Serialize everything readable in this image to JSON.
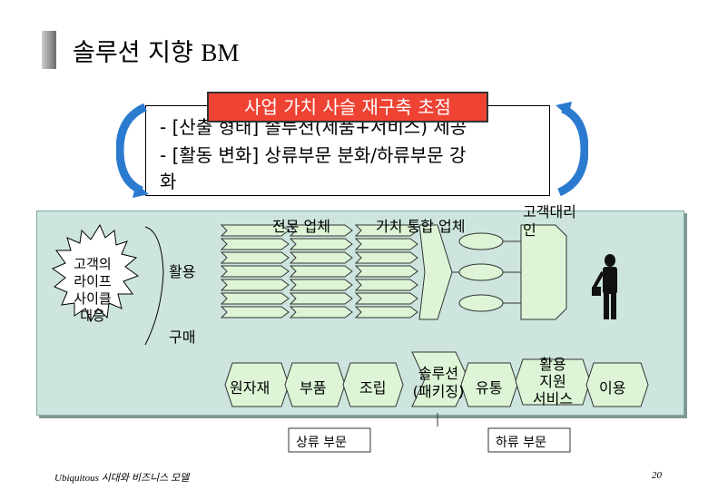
{
  "slide": {
    "title": "솔루션 지향",
    "title_bm": "BM",
    "banner": "사업 가치 사슬 재구축 초점",
    "bullets": [
      "- [산출 형태] 솔루션(제품+서비스) 제공",
      "- [활동 변화] 상류부문 분화/하류부문 강",
      "화"
    ],
    "footer": "Ubiquitous 시대와 비즈니스 모델",
    "page_number": "20"
  },
  "diagram": {
    "customer_starburst": [
      "고객의",
      "라이프",
      "사이클",
      "대응"
    ],
    "row_labels": {
      "activity": "활용",
      "purchase": "구매"
    },
    "top_labels": {
      "specialist": "전문 업체",
      "integrator": "가치 통합 업체",
      "agent_line1": "고객대리",
      "agent_line2": "인"
    },
    "stages": {
      "raw": "원자재",
      "parts": "부품",
      "assembly": "조립",
      "solution_line1": "솔루션",
      "solution_line2": "(패키징)",
      "distribution": "유통",
      "support_line1": "활용",
      "support_line2": "지원",
      "support_line3": "서비스",
      "use": "이용"
    },
    "bottom_labels": {
      "upstream": "상류 부문",
      "downstream": "하류 부문"
    },
    "colors": {
      "panel": "#cde5de",
      "boxes": "#ddf5d6",
      "banner": "#ee4233",
      "starburst": "#ffffff"
    }
  }
}
